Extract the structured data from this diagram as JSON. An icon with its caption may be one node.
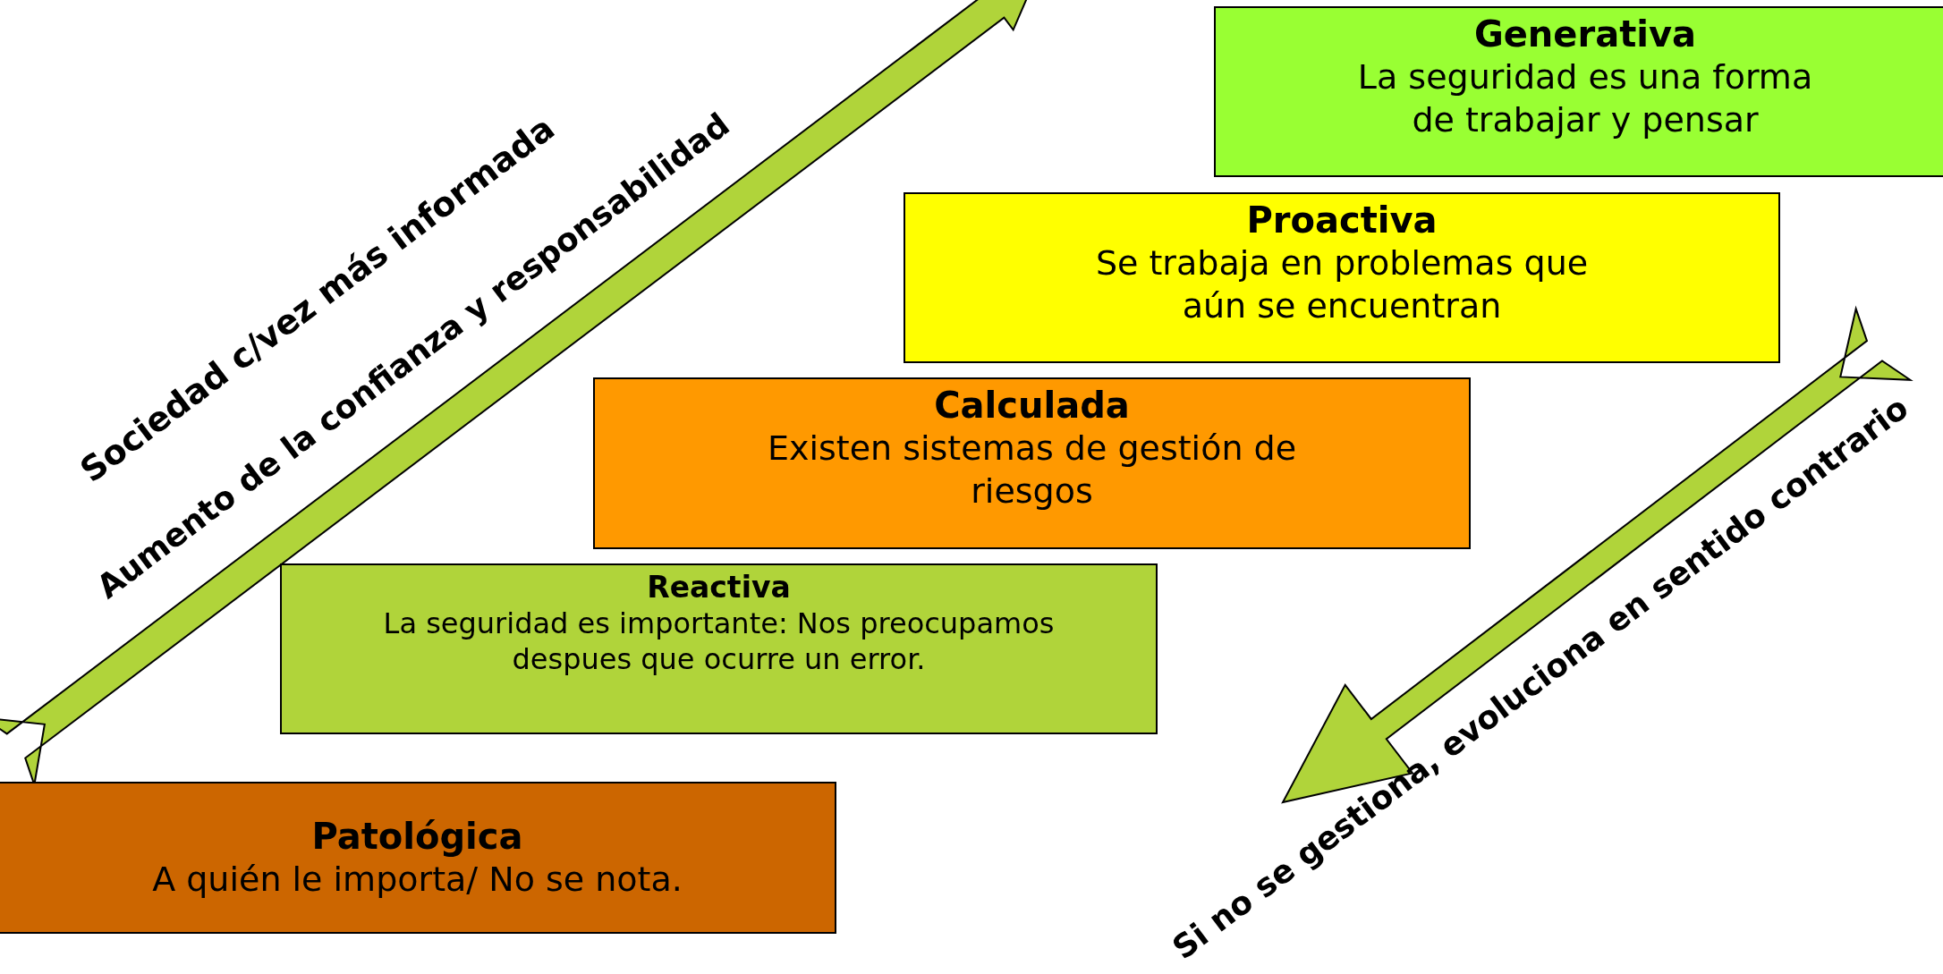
{
  "diagram": {
    "nodes": [
      {
        "text": [
          "Generativa",
          "La seguridad es una forma de trabajar  y pensar"
        ]
      },
      {
        "text": [
          "Proactiva",
          "Se trabaja en problemas que aún se encuentran"
        ]
      },
      {
        "text": [
          "Calculada",
          "Existen sistemas de gestión de riesgos"
        ]
      },
      {
        "text": [
          "Reactiva",
          "La seguridad es importante: Nos preocupamos despues que ocurre un error."
        ]
      },
      {
        "text": [
          "Patológica",
          "A quién le importa/ No se nota."
        ]
      }
    ],
    "labels": [
      "Sociedad c/vez más informada",
      "Aumento de la confianza y responsabilidad",
      "Si no se gestiona, evoluciona en sentido contrario"
    ]
  }
}
